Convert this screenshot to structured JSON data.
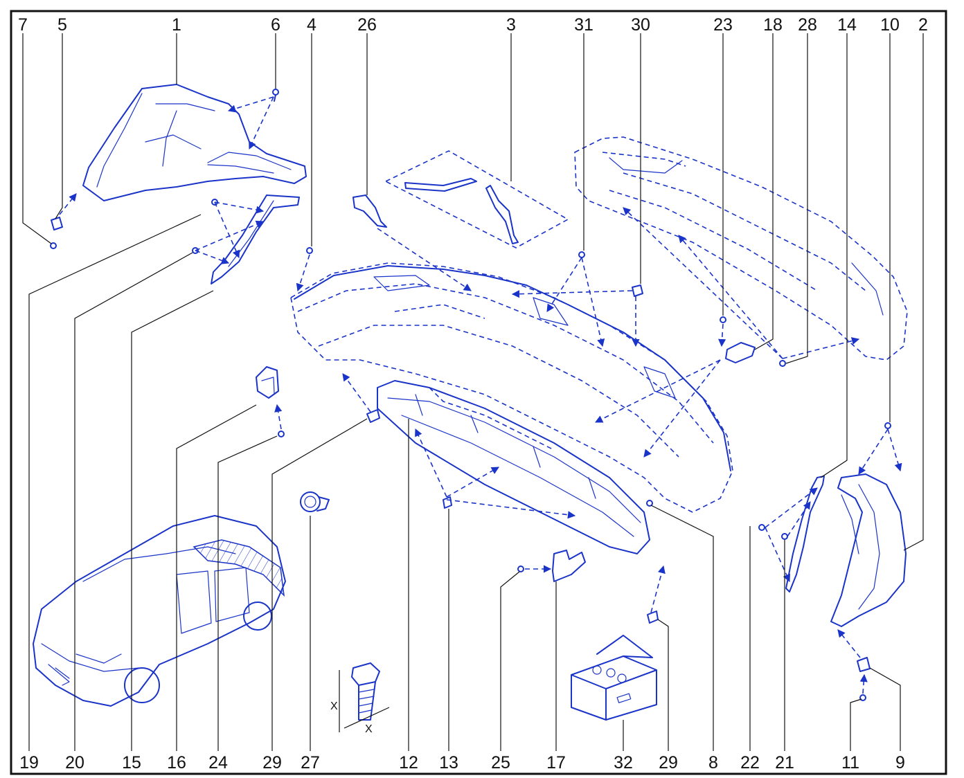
{
  "diagram": {
    "callouts_top": [
      "7",
      "5",
      "1",
      "6",
      "4",
      "26",
      "3",
      "31",
      "30",
      "23",
      "18",
      "28",
      "14",
      "10",
      "2"
    ],
    "callouts_bottom": [
      "19",
      "20",
      "15",
      "16",
      "24",
      "29",
      "27",
      "12",
      "13",
      "25",
      "17",
      "32",
      "29",
      "8",
      "22",
      "21",
      "11",
      "9"
    ],
    "dimension_labels": [
      "X",
      "X"
    ],
    "ink_color": "#1a33c8",
    "text_color": "#111111"
  }
}
